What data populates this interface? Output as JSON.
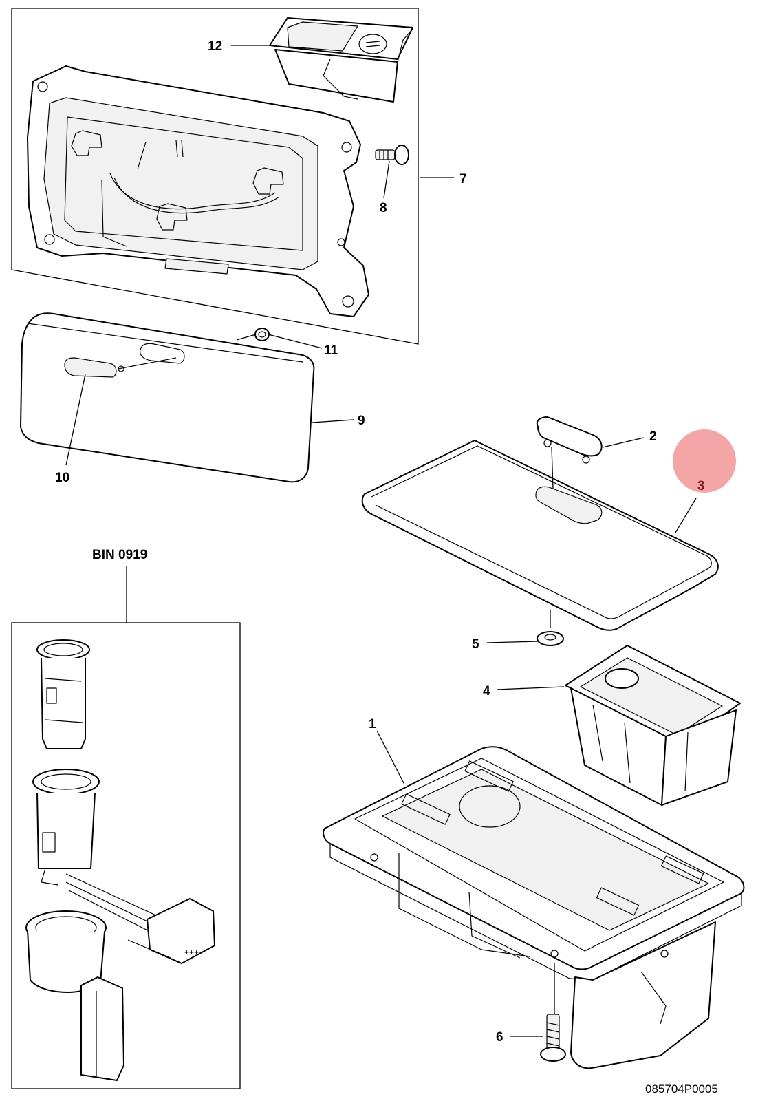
{
  "callouts": {
    "c1": "1",
    "c2": "2",
    "c3": "3",
    "c4": "4",
    "c5": "5",
    "c6": "6",
    "c7": "7",
    "c8": "8",
    "c9": "9",
    "c10": "10",
    "c11": "11",
    "c12": "12"
  },
  "group_label": "BIN 0919",
  "drawing_code": "085704P0005",
  "highlight": {
    "color": "#f08080",
    "target_callout": "3"
  }
}
